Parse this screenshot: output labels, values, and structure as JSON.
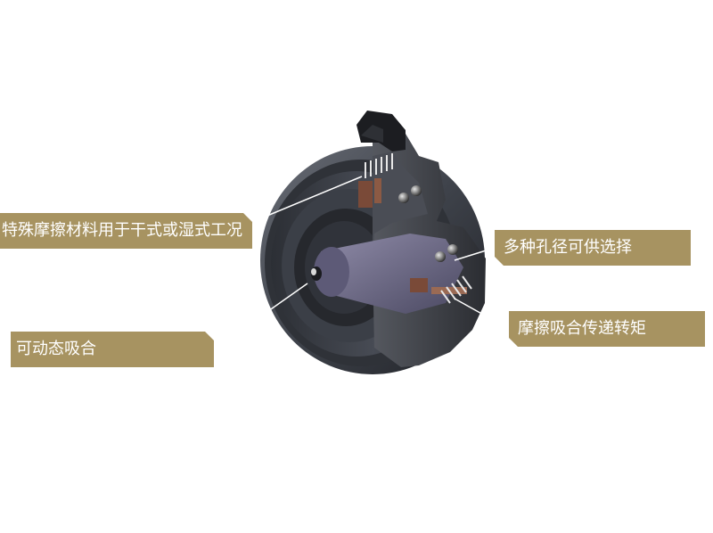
{
  "colors": {
    "label_bg": "#a79361",
    "label_shadow": "#8a784b",
    "housing_dark": "#3a3d44",
    "housing_mid": "#5a5e66",
    "shaft_purple": "#6e6c86"
  },
  "callouts": [
    {
      "text": "特殊摩擦材料用于干式或湿式工况"
    },
    {
      "text": "多种孔径可供选择"
    },
    {
      "text": "摩擦吸合传递转矩"
    },
    {
      "text": "可动态吸合"
    }
  ]
}
